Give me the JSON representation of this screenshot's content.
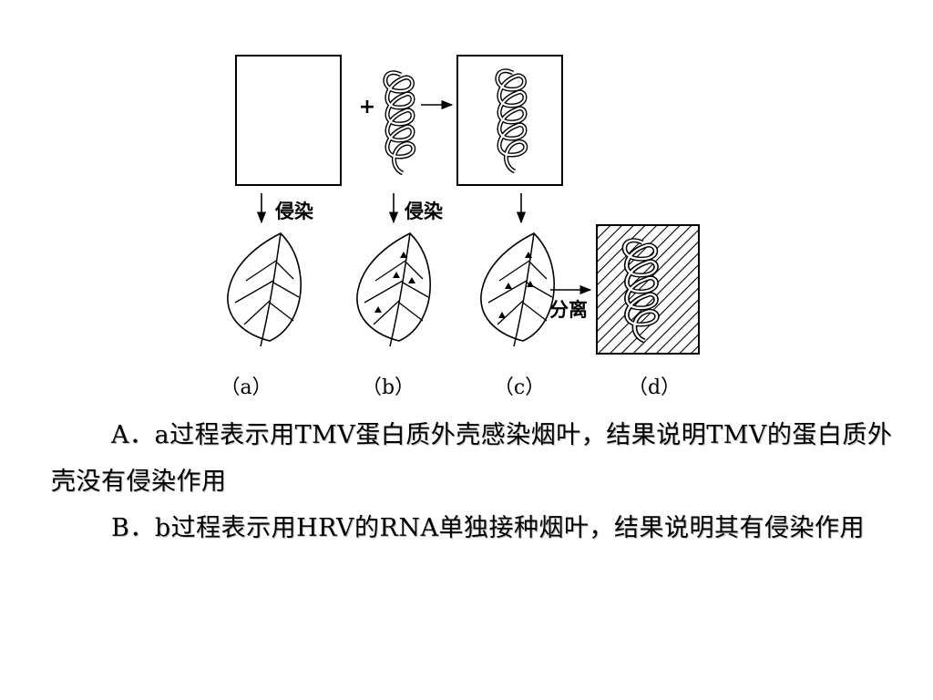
{
  "figure": {
    "plus_sign": "+",
    "arrow_labels": [
      "侵染",
      "侵染"
    ],
    "separate_label": "分离",
    "captions": [
      "（a）",
      "（b）",
      "（c）",
      "（d）"
    ]
  },
  "options": [
    {
      "text": "A．a过程表示用TMV蛋白质外壳感染烟叶，结果说明TMV的蛋白质外壳没有侵染作用"
    },
    {
      "text": "B．b过程表示用HRV的RNA单独接种烟叶，结果说明其有侵染作用"
    }
  ]
}
